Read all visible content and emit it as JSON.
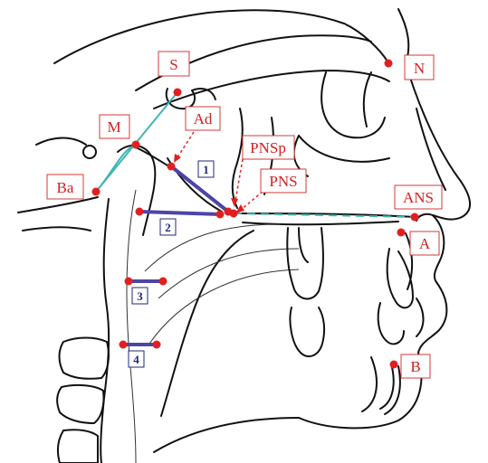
{
  "landmarks": [
    {
      "id": "S",
      "label": "S"
    },
    {
      "id": "N",
      "label": "N"
    },
    {
      "id": "M",
      "label": "M"
    },
    {
      "id": "Ad",
      "label": "Ad"
    },
    {
      "id": "Ba",
      "label": "Ba"
    },
    {
      "id": "PNSp",
      "label": "PNSp"
    },
    {
      "id": "PNS",
      "label": "PNS"
    },
    {
      "id": "ANS",
      "label": "ANS"
    },
    {
      "id": "A",
      "label": "A"
    },
    {
      "id": "B",
      "label": "B"
    }
  ],
  "measurements": [
    {
      "id": "1",
      "label": "1"
    },
    {
      "id": "2",
      "label": "2"
    },
    {
      "id": "3",
      "label": "3"
    },
    {
      "id": "4",
      "label": "4"
    }
  ],
  "colors": {
    "landmark": "#e02020",
    "label_text": "#d42020",
    "measure_line": "#4b45a8",
    "reference_line": "#3fb5b5",
    "outline": "#111111"
  }
}
